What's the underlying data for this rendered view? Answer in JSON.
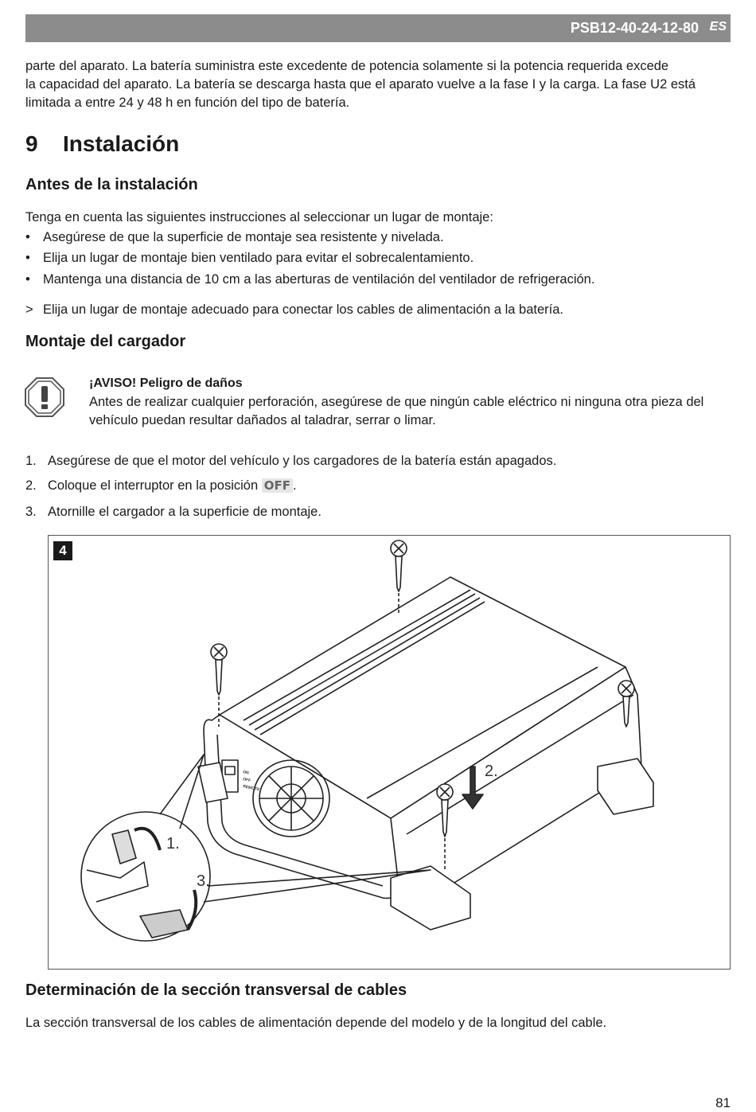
{
  "header": {
    "model": "PSB12-40-24-12-80",
    "lang": "ES"
  },
  "intro_text": [
    "parte del aparato. La batería suministra este excedente de potencia solamente si la potencia requerida excede",
    "la capacidad del aparato. La batería se descarga hasta que el aparato vuelve a la fase I y la carga. La fase U2 está",
    "limitada a entre 24 y 48 h en función del tipo de batería."
  ],
  "section": {
    "number": "9",
    "title": "Instalación"
  },
  "before_install": {
    "heading": "Antes de la instalación",
    "intro": "Tenga en cuenta las siguientes instrucciones al seleccionar un lugar de montaje:",
    "bullets": [
      "Asegúrese de que la superficie de montaje sea resistente y nivelada.",
      "Elija un lugar de montaje bien ventilado para evitar el sobrecalentamiento.",
      "Mantenga una distancia de 10 cm a las aberturas de ventilación del ventilador de refrigeración."
    ],
    "action_mark": ">",
    "action": "Elija un lugar de montaje adecuado para conectar los cables de alimentación a la batería."
  },
  "mounting": {
    "heading": "Montaje del cargador",
    "notice_title": "¡AVISO! Peligro de daños",
    "notice_lines": [
      "Antes de realizar cualquier perforación, asegúrese de que ningún cable eléctrico ni ninguna otra pieza del",
      "vehículo puedan resultar dañados al taladrar, serrar o limar."
    ],
    "steps": [
      {
        "n": "1.",
        "text": "Asegúrese de que el motor del vehículo y los cargadores de la batería están apagados."
      },
      {
        "n": "2.",
        "pre": "Coloque el interruptor en la posición ",
        "key": "OFF",
        "post": "."
      },
      {
        "n": "3.",
        "text": "Atornille el cargador a la superficie de montaje."
      }
    ]
  },
  "figure": {
    "label": "4",
    "callouts": [
      "1.",
      "2.",
      "3."
    ],
    "switch_labels": [
      "ON",
      "OFF",
      "REMOTE"
    ]
  },
  "cable_section": {
    "heading": "Determinación de la sección transversal de cables",
    "text": "La sección transversal de los cables de alimentación depende del modelo y de la longitud del cable."
  },
  "page_number": "81"
}
